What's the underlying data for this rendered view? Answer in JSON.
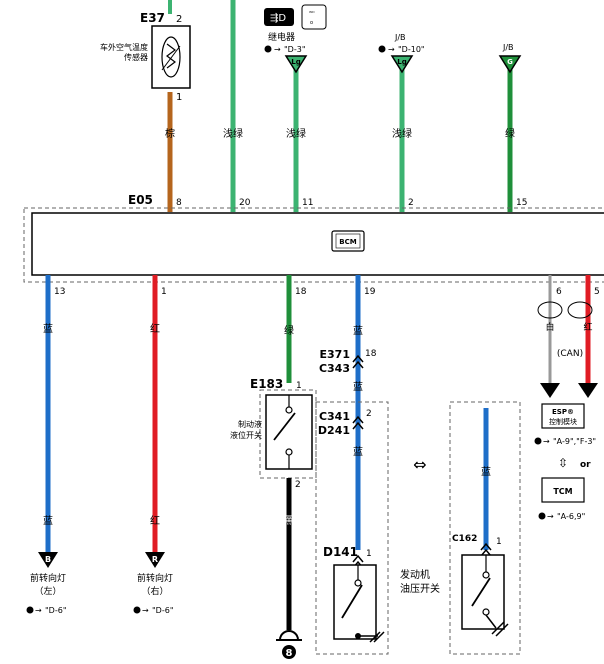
{
  "colors": {
    "brown": "#b5651d",
    "light_green": "#3cb371",
    "green": "#1f8f3a",
    "blue": "#1e6ec8",
    "red": "#e01c24",
    "black": "#000000",
    "white": "#ffffff"
  },
  "bcm": {
    "connector_top": "E05",
    "label": "BCM",
    "pins_top": [
      "8",
      "20",
      "11",
      "2",
      "15"
    ],
    "pins_bottom": [
      "13",
      "1",
      "18",
      "19",
      "6",
      "5"
    ]
  },
  "sensor_e37": {
    "id": "E37",
    "pin_top": "2",
    "pin_bottom": "1",
    "name_line1": "车外空气温度",
    "name_line2": "传感器"
  },
  "relay": {
    "label": "继电器",
    "ref": "\"D-3\"",
    "icon": "fog-light-icon"
  },
  "top_connectors": [
    {
      "tag": "J/B",
      "ref": "\"D-10\"",
      "letter": "Lg"
    },
    {
      "tag": "J/B",
      "letter": "G"
    }
  ],
  "relay_letter": "Lg",
  "wire_colors_top": [
    "棕",
    "浅绿",
    "浅绿",
    "浅绿",
    "绿"
  ],
  "wire_colors_bottom": {
    "left_blue": "蓝",
    "left_red": "红",
    "green_18": "绿",
    "blue_19": "蓝",
    "white": "白",
    "red": "红",
    "black": "黑",
    "c162_blue": "蓝"
  },
  "can_label": "(CAN)",
  "turn_left": {
    "letter": "B",
    "line1": "前转向灯",
    "line2": "（左）",
    "ref": "\"D-6\""
  },
  "turn_right": {
    "letter": "R",
    "line1": "前转向灯",
    "line2": "（右）",
    "ref": "\"D-6\""
  },
  "e183": {
    "id": "E183",
    "pin_top": "1",
    "pin_bottom": "2",
    "line1": "制动液",
    "line2": "液位开关"
  },
  "e371": {
    "id1": "E371",
    "id2": "C343",
    "pin": "18"
  },
  "c341": {
    "id1": "C341",
    "id2": "D241",
    "pin": "2"
  },
  "d141": {
    "id": "D141",
    "pin": "1"
  },
  "c162": {
    "id": "C162",
    "pin": "1"
  },
  "oil_switch": {
    "line1": "发动机",
    "line2": "油压开关"
  },
  "esp": {
    "line1": "ESP®",
    "line2": "控制模块",
    "ref": "\"A-9\",\"F-3\""
  },
  "or_label": "or",
  "tcm": {
    "label": "TCM",
    "ref": "\"A-6,9\""
  },
  "ground_label": "8"
}
